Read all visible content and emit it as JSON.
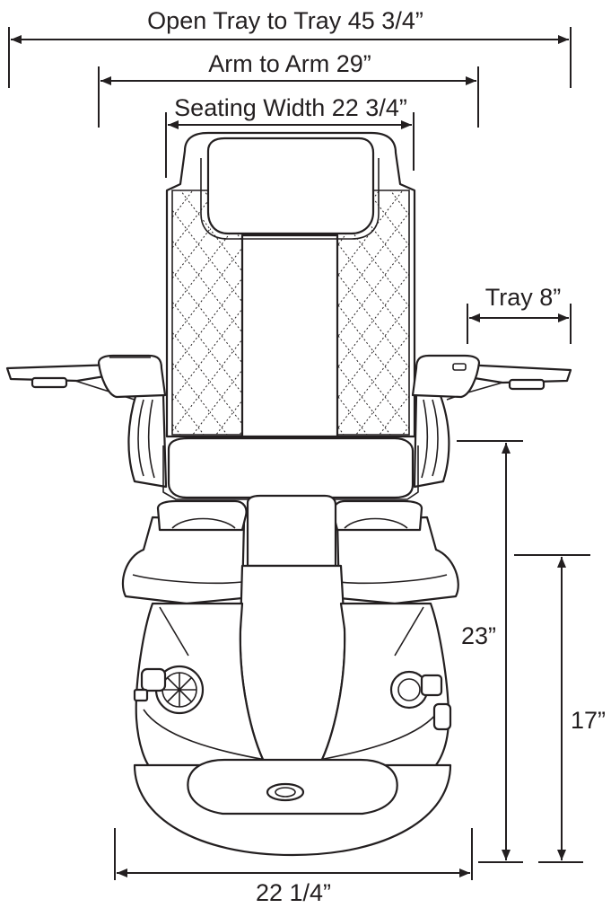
{
  "dimensions": {
    "tray_to_tray": "Open Tray to Tray 45 3/4”",
    "arm_to_arm": "Arm to Arm 29”",
    "seating_width": "Seating Width 22 3/4”",
    "tray": "Tray 8”",
    "seat_height": "23”",
    "basin_height": "17”",
    "base_width": "22 1/4”"
  },
  "colors": {
    "line": "#231f20",
    "background": "#ffffff"
  }
}
